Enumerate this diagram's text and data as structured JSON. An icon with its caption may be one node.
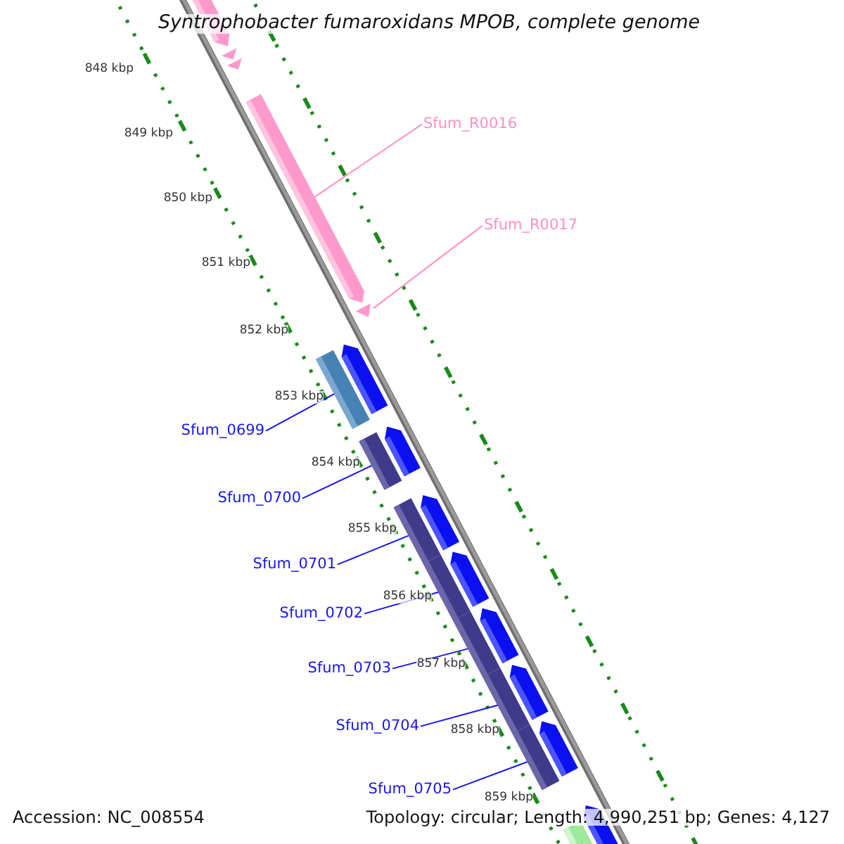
{
  "diagram": {
    "title": "Syntrophobacter fumaroxidans MPOB, complete genome",
    "nodes": [
      {
        "text": [
          "Sfum_R0016"
        ]
      },
      {
        "text": [],
        "shape": "arrow"
      },
      {
        "text": [
          "Sfum_R0017"
        ]
      },
      {
        "text": [],
        "shape": "triangle"
      },
      {
        "text": [
          "Sfum_0699"
        ]
      },
      {
        "text": [],
        "shape": "bar"
      },
      {
        "text": [
          "Sfum_0700"
        ]
      },
      {
        "text": [],
        "shape": "bar"
      },
      {
        "text": [
          "Sfum_0701"
        ]
      },
      {
        "text": [],
        "shape": "bar"
      },
      {
        "text": [
          "Sfum_0702"
        ]
      },
      {
        "text": [],
        "shape": "bar"
      },
      {
        "text": [
          "Sfum_0703"
        ]
      },
      {
        "text": [],
        "shape": "bar"
      },
      {
        "text": [
          "Sfum_0704"
        ]
      },
      {
        "text": [],
        "shape": "bar"
      },
      {
        "text": [
          "Sfum_0705"
        ]
      },
      {
        "text": [],
        "shape": "bar"
      }
    ],
    "edges": [
      {
        "from": 0,
        "to": 1,
        "arrow": "none",
        "color": "#ff8fc4"
      },
      {
        "from": 2,
        "to": 3,
        "arrow": "none",
        "color": "#ff8fc4"
      },
      {
        "from": 4,
        "to": 5,
        "arrow": "none"
      },
      {
        "from": 6,
        "to": 7,
        "arrow": "none"
      },
      {
        "from": 8,
        "to": 9,
        "arrow": "none"
      },
      {
        "from": 10,
        "to": 11,
        "arrow": "none"
      },
      {
        "from": 12,
        "to": 13,
        "arrow": "none"
      },
      {
        "from": 14,
        "to": 15,
        "arrow": "none"
      },
      {
        "from": 16,
        "to": 17,
        "arrow": "none"
      }
    ],
    "labels": [
      "848 kbp",
      "849 kbp",
      "850 kbp",
      "851 kbp",
      "852 kbp",
      "853 kbp",
      "854 kbp",
      "855 kbp",
      "856 kbp",
      "857 kbp",
      "858 kbp",
      "859 kbp",
      "Accession: NC_008554",
      "Topology: circular; Length: 4,990,251 bp; Genes: 4,127"
    ]
  }
}
